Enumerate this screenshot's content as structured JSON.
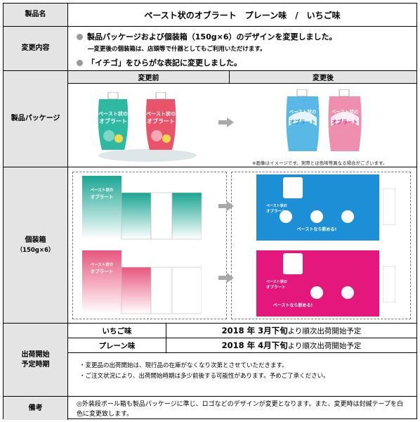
{
  "product_name": {
    "label": "製品名",
    "value": "ペースト状のオブラート　プレーン味　/　いちご味"
  },
  "change_content": {
    "label": "変更内容",
    "bullet1": "製品パッケージおよび個装箱（150g×6）のデザインを変更しました。",
    "sub_note": "―変更後の個装箱は、店頭等で什器としてもご利用いただけます。",
    "bullet2": "「イチゴ」をひらがな表記に変更しました。"
  },
  "column_headers": {
    "before": "変更前",
    "after": "変更後"
  },
  "product_package": {
    "label": "製品パッケージ",
    "note": "※画像はイメージです。実際とは色味等異なる場合がございます。",
    "pouch_text_top": "ペースト状の",
    "pouch_text_main": "オブラート",
    "colors": {
      "old_plain": "#2fb9a3",
      "old_strawberry": "#e9546b",
      "new_plain": "#5ab8e6",
      "new_strawberry": "#ef8fb0"
    }
  },
  "individual_box": {
    "label": "個装箱",
    "sublabel": "（150g×6）",
    "box_text_top": "ペースト状の",
    "box_text_main": "オブラート",
    "new_catch": "ペーストなら飲める!",
    "colors": {
      "old_plain": "#1aa693",
      "old_strawberry": "#e8557e",
      "new_plain": "#1c8fd6",
      "new_strawberry": "#e3177c"
    }
  },
  "shipping": {
    "label1": "出荷開始",
    "label2": "予定時期",
    "rows": [
      {
        "flavor": "いちご味",
        "date": "2018 年 3月下旬",
        "suffix": "より順次出荷開始予定"
      },
      {
        "flavor": "プレーン味",
        "date": "2018 年 4月下旬",
        "suffix": "より順次出荷開始予定"
      }
    ],
    "note1": "・変更品の出荷開始は、現行品の在庫がなくなり次第とさせていただきます。",
    "note2": "・ご注文状況により、出荷開始時期は多少前後する可能性があります。予めご了承ください。"
  },
  "remarks": {
    "label": "備考",
    "text": "◎外装段ボール箱も製品パッケージに準じ、ロゴなどのデザインが変更となります。また、変更時は封緘テープを白色に変更致します。"
  }
}
